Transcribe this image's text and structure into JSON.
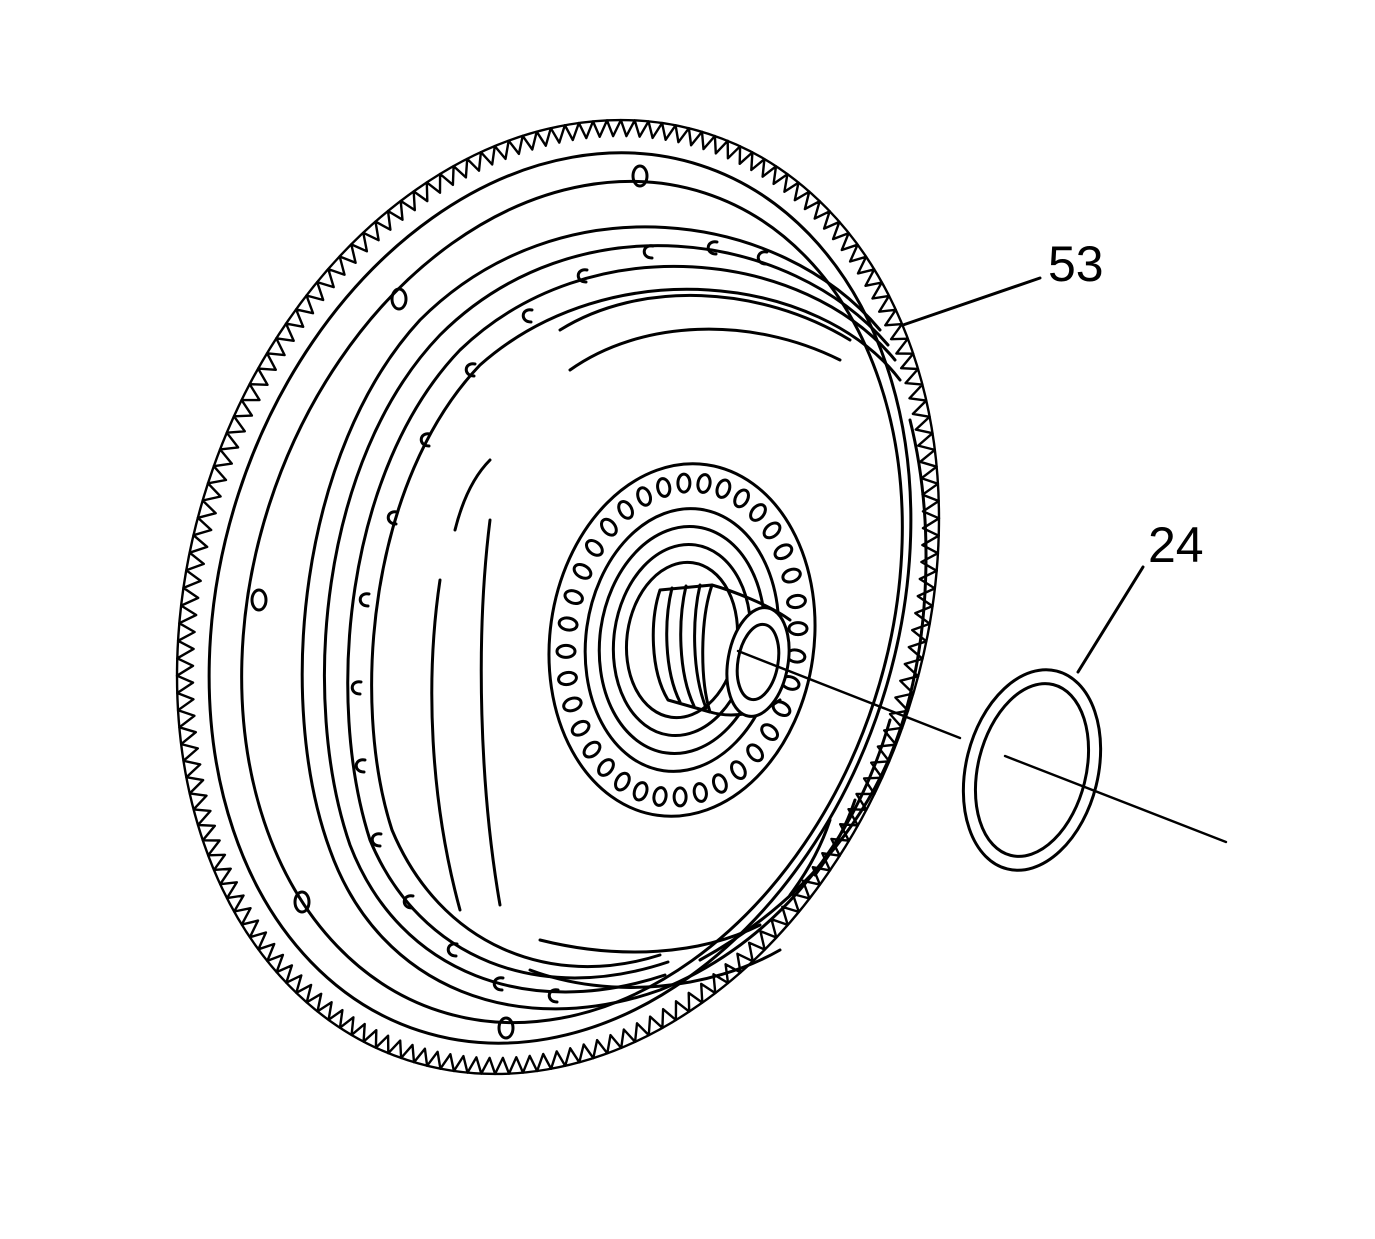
{
  "callouts": [
    {
      "id": "torque-converter",
      "label": "53"
    },
    {
      "id": "seal-ring",
      "label": "24"
    }
  ],
  "colors": {
    "ink": "#000000",
    "background": "#ffffff"
  }
}
